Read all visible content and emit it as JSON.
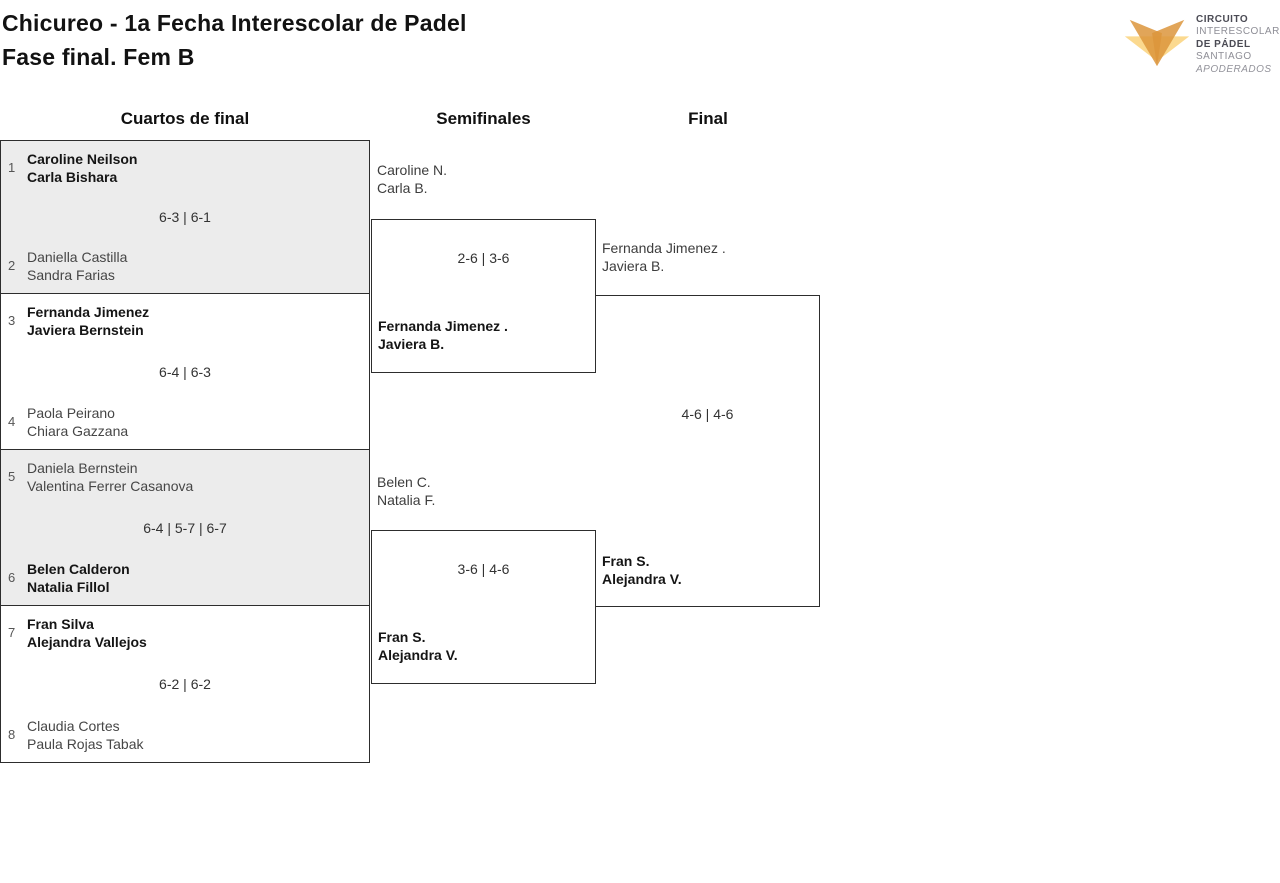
{
  "title": {
    "line1": "Chicureo - 1a Fecha Interescolar de Padel",
    "line2": "Fase final. Fem B"
  },
  "logo": {
    "line1": "CIRCUITO",
    "line2": "INTERESCOLAR",
    "line3": "DE PÁDEL",
    "line4": "SANTIAGO",
    "line5": "APODERADOS"
  },
  "round_headers": {
    "quarterfinals": "Cuartos de final",
    "semifinals": "Semifinales",
    "final": "Final"
  },
  "colors": {
    "bracket_border": "#2d2d2d",
    "match_alt_background": "#ececec",
    "winner_text": "#151515",
    "regular_text": "#464646",
    "logo_light_triangle": "#FBD98F",
    "logo_orange_triangle": "#DC953C"
  },
  "quarterfinals": [
    {
      "seed_top": "1",
      "top1": "Caroline Neilson",
      "top2": "Carla Bishara",
      "score": "6-3 | 6-1",
      "seed_bottom": "2",
      "bottom1": "Daniella Castilla",
      "bottom2": "Sandra Farias",
      "winner": "top"
    },
    {
      "seed_top": "3",
      "top1": "Fernanda Jimenez",
      "top2": "Javiera Bernstein",
      "score": "6-4 | 6-3",
      "seed_bottom": "4",
      "bottom1": "Paola Peirano",
      "bottom2": "Chiara Gazzana",
      "winner": "top"
    },
    {
      "seed_top": "5",
      "top1": "Daniela Bernstein",
      "top2": "Valentina Ferrer Casanova",
      "score": "6-4 | 5-7 | 6-7",
      "seed_bottom": "6",
      "bottom1": "Belen Calderon",
      "bottom2": "Natalia Fillol",
      "winner": "bottom"
    },
    {
      "seed_top": "7",
      "top1": "Fran Silva",
      "top2": "Alejandra Vallejos",
      "score": "6-2 | 6-2",
      "seed_bottom": "8",
      "bottom1": "Claudia Cortes",
      "bottom2": "Paula Rojas Tabak",
      "winner": "top"
    }
  ],
  "semifinals": [
    {
      "entrant1": "Caroline N.",
      "entrant2": "Carla B.",
      "score": "2-6 | 3-6",
      "winner1": "Fernanda Jimenez .",
      "winner2": "Javiera B."
    },
    {
      "entrant1": "Belen C.",
      "entrant2": "Natalia F.",
      "score": "3-6 | 4-6",
      "winner1": "Fran S.",
      "winner2": "Alejandra V."
    }
  ],
  "final": {
    "entrant1": "Fernanda Jimenez .",
    "entrant2": "Javiera B.",
    "score": "4-6 | 4-6",
    "winner1": "Fran S.",
    "winner2": "Alejandra V."
  }
}
